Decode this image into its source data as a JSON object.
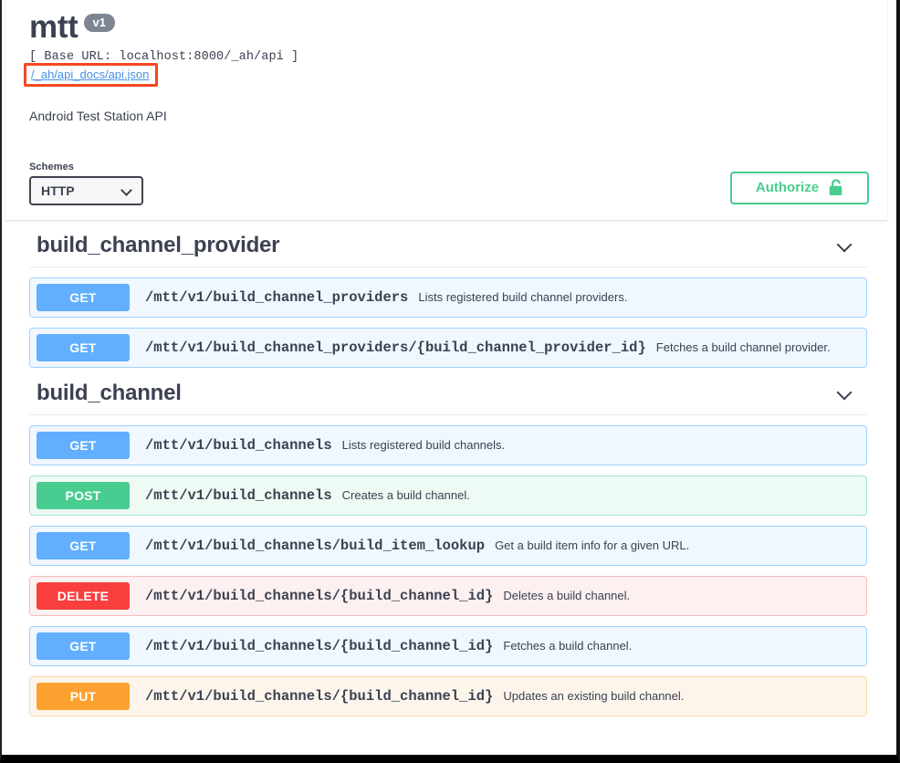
{
  "info": {
    "title": "mtt",
    "version_badge": "v1",
    "base_url": "[ Base URL: localhost:8000/_ah/api ]",
    "spec_link": "/_ah/api_docs/api.json",
    "description": "Android Test Station API"
  },
  "controls": {
    "schemes_label": "Schemes",
    "scheme_selected": "HTTP",
    "scheme_options": [
      "HTTP"
    ],
    "authorize_label": "Authorize",
    "authorize_icon": "unlock-icon",
    "chevron_icon": "chevron-down-icon"
  },
  "colors": {
    "get": "#61affe",
    "post": "#49cc90",
    "delete": "#f93e3e",
    "put": "#fca130",
    "authorize": "#49cc90",
    "link": "#4990e2",
    "annotation": "#f4481f",
    "version_badge": "#7d8492"
  },
  "sections": [
    {
      "tag": "build_channel_provider",
      "operations": [
        {
          "method": "GET",
          "path": "/mtt/v1/build_channel_providers",
          "summary": "Lists registered build channel providers."
        },
        {
          "method": "GET",
          "path": "/mtt/v1/build_channel_providers/{build_channel_provider_id}",
          "summary": "Fetches a build channel provider."
        }
      ]
    },
    {
      "tag": "build_channel",
      "operations": [
        {
          "method": "GET",
          "path": "/mtt/v1/build_channels",
          "summary": "Lists registered build channels."
        },
        {
          "method": "POST",
          "path": "/mtt/v1/build_channels",
          "summary": "Creates a build channel."
        },
        {
          "method": "GET",
          "path": "/mtt/v1/build_channels/build_item_lookup",
          "summary": "Get a build item info for a given URL."
        },
        {
          "method": "DELETE",
          "path": "/mtt/v1/build_channels/{build_channel_id}",
          "summary": "Deletes a build channel."
        },
        {
          "method": "GET",
          "path": "/mtt/v1/build_channels/{build_channel_id}",
          "summary": "Fetches a build channel."
        },
        {
          "method": "PUT",
          "path": "/mtt/v1/build_channels/{build_channel_id}",
          "summary": "Updates an existing build channel."
        }
      ]
    }
  ]
}
